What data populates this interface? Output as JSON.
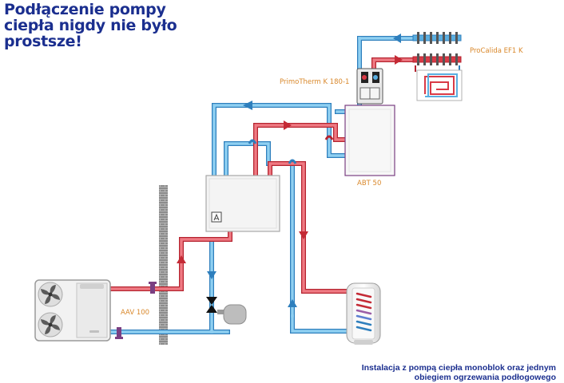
{
  "headline": {
    "line1": "Podłączenie pompy",
    "line2": "ciepła nigdy nie było",
    "line3": "prostsze!"
  },
  "labels": {
    "heat_pump": "AAV 100",
    "primotherm": "PrimoTherm K 180-1",
    "procalida": "ProCalida EF1 K",
    "abt": "ABT 50"
  },
  "caption": {
    "line1": "Instalacja z pompą ciepła monoblok oraz jednym",
    "line2": "obiegiem ogrzewania podłogowego"
  },
  "colors": {
    "supply": "#d93a46",
    "return": "#5aaee0",
    "brand": "#1b2f8f",
    "label_accent": "#d9882b",
    "device_outline": "#7a3f82"
  },
  "icons": {
    "fan_left": "fan-icon",
    "controller_badge": "boiler-symbol-icon"
  }
}
